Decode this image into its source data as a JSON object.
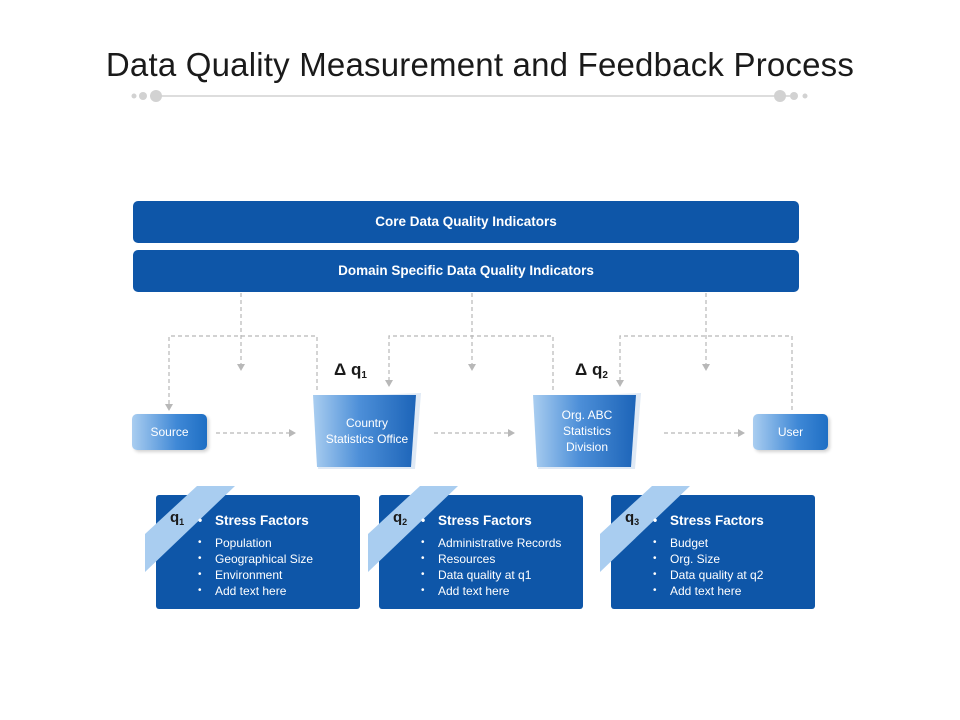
{
  "title": "Data Quality Measurement and Feedback Process",
  "bars": {
    "core": "Core  Data Quality Indicators",
    "domain": "Domain Specific Data Quality Indicators"
  },
  "nodes": {
    "source": "Source",
    "office1": "Country Statistics Office",
    "office2": "Org. ABC Statistics Division",
    "user": "User"
  },
  "deltas": {
    "d1": {
      "symbol": "Δ q",
      "sub": "1"
    },
    "d2": {
      "symbol": "Δ q",
      "sub": "2"
    }
  },
  "cards": [
    {
      "q": "q",
      "q_sub": "1",
      "heading": "Stress Factors",
      "items": [
        "Population",
        "Geographical Size",
        "Environment",
        "Add text here"
      ]
    },
    {
      "q": "q",
      "q_sub": "2",
      "heading": "Stress Factors",
      "items": [
        "Administrative Records",
        "Resources",
        "Data quality at q1",
        "Add text here"
      ]
    },
    {
      "q": "q",
      "q_sub": "3",
      "heading": "Stress Factors",
      "items": [
        "Budget",
        "Org. Size",
        "Data quality at q2",
        "Add text here"
      ]
    }
  ],
  "colors": {
    "primary": "#0e56a8",
    "accent_light": "#a9cdf0",
    "connector": "#b8b8b8"
  }
}
